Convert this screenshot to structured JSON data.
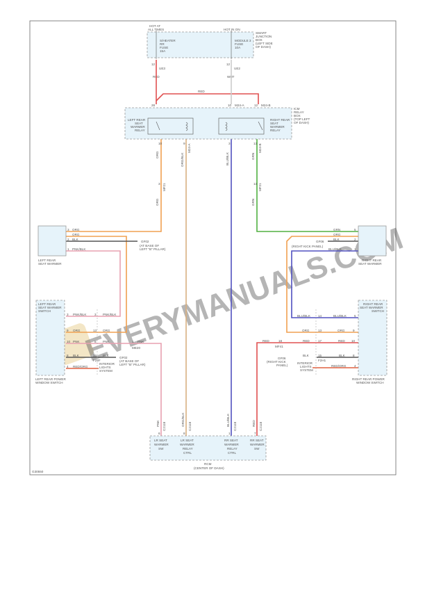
{
  "colors": {
    "RED": "#e05050",
    "WHT": "#cccccc",
    "ORG": "#f0a050",
    "ORG_BLK": "#d9b080",
    "BLU_BLK": "#5050c0",
    "GRN": "#50b040",
    "PNK": "#e8a0b0",
    "BLK": "#555555",
    "box_fill": "#e6f3fa"
  },
  "sjb": {
    "hot_all": "HOT AT",
    "hot_all2": "ALL TIMES",
    "hot_run": "HOT IN ON",
    "fuse1": [
      "S/HEATER",
      "RR",
      "FUSE",
      "15A"
    ],
    "fuse2": [
      "MODULE 3",
      "FUSE",
      "10A"
    ],
    "label": [
      "SMART",
      "JUNCTION",
      "BOX",
      "(LEFT SIDE",
      "OF DASH)"
    ],
    "pin1": "12",
    "conn1": "UE3",
    "color1": "RED",
    "pin2": "12",
    "conn2": "UE2",
    "color2": "WHT"
  },
  "icm": {
    "label": [
      "ICM",
      "RELAY",
      "BOX",
      "(TOP LEFT",
      "OF DASH)"
    ],
    "red_top": "RED",
    "pin28": "28",
    "pin10": "10",
    "conn10": "M24-A",
    "pin12": "12",
    "conn12": "M24-B",
    "left_relay": [
      "LEFT REAR",
      "SEAT",
      "WARMER",
      "RELAY"
    ],
    "right_relay": [
      "RIGHT REAR",
      "SEAT",
      "WARMER",
      "RELAY"
    ],
    "out": [
      {
        "pin": "10",
        "conn": "M24-B",
        "color": "ORG"
      },
      {
        "pin": "9",
        "conn": "M24-A",
        "color": "ORG/BLK"
      },
      {
        "pin": "3",
        "conn": "M24-A",
        "color": "BLU/BLK"
      },
      {
        "pin": "13",
        "conn": "M24-B",
        "color": "GRN"
      }
    ],
    "mid_left": {
      "pin": "3",
      "conn": "MF21",
      "color": "ORG"
    },
    "mid_right": {
      "pin": "13",
      "conn": "MF21",
      "color": "GRN"
    }
  },
  "left_warmer": {
    "label": [
      "LEFT REAR",
      "SEAT WARMER"
    ],
    "wires": [
      {
        "pin": "3",
        "color": "ORG"
      },
      {
        "pin": "",
        "color": "ORG"
      },
      {
        "pin": "2",
        "color": "BLK"
      },
      {
        "pin": "1",
        "color": "PNK/BLK"
      }
    ],
    "ground": [
      "GF02",
      "(AT BASE OF",
      "LEFT \"B\" PILLAR)"
    ]
  },
  "right_warmer": {
    "label": [
      "RIGHT REAR",
      "SEAT WARMER"
    ],
    "wires": [
      {
        "pin": "5",
        "color": "GRN"
      },
      {
        "pin": "",
        "color": "ORG"
      },
      {
        "pin": "2",
        "color": "BLK"
      },
      {
        "pin": "1",
        "color": "BLU/BLK"
      }
    ],
    "ground": [
      "GF06",
      "(RIGHT KICK PANEL)"
    ]
  },
  "left_switch": {
    "label": [
      "LEFT REAR",
      "SEAT WARMER",
      "SWITCH"
    ],
    "bottom": [
      "LEFT REAR POWER",
      "WINDOW SWITCH"
    ],
    "wires": [
      {
        "pin": "3",
        "color": "PNK/BLK",
        "cpin": "3",
        "color2": "PNK/BLK"
      },
      {
        "pin": "9",
        "color": "ORG",
        "cpin": "13",
        "color2": "ORG"
      },
      {
        "pin": "10",
        "color": "PNK",
        "cpin": "8",
        "color2": "PNK"
      },
      {
        "pin": "8",
        "color": "BLK",
        "cpin": "15",
        "color2": "BLK"
      },
      {
        "pin": "4",
        "color": "RED/ORG"
      }
    ],
    "conn": "F22F",
    "pnk_pin": "1",
    "pnk_conn": "ME20",
    "ground": [
      "GF02",
      "(AT BASE OF",
      "LEFT \"B\" PILLAR)"
    ],
    "interior": [
      "INTERIOR",
      "LIGHTS",
      "SYSTEM"
    ]
  },
  "right_switch": {
    "label": [
      "RIGHT REAR",
      "SEAT WARMER",
      "SWITCH"
    ],
    "bottom": [
      "RIGHT REAR POWER",
      "WINDOW SWITCH"
    ],
    "wires": [
      {
        "pin": "5",
        "color": "BLU/BLK",
        "cpin": "14",
        "color2": "BLU/BLK"
      },
      {
        "pin": "9",
        "color": "ORG",
        "cpin": "13",
        "color2": "ORG"
      },
      {
        "pin": "10",
        "color": "RED",
        "cpin": "17",
        "color2": "RED"
      },
      {
        "pin": "8",
        "color": "BLK",
        "cpin": "15",
        "color2": "BLK"
      },
      {
        "pin": "4",
        "color": "RED/ORG"
      }
    ],
    "conn": "F2H1",
    "red_pin": "18",
    "red_conn": "MF41",
    "red_color": "RED",
    "ground": [
      "GF06",
      "(RIGHT KICK",
      "PANEL)"
    ],
    "interior": [
      "INTERIOR",
      "LIGHTS",
      "SYSTEM"
    ]
  },
  "rcm": {
    "cols": [
      {
        "lines": [
          "LR SEAT",
          "WARMER",
          "SW"
        ],
        "color": "PNK",
        "pin": "6",
        "conn": "C2118"
      },
      {
        "lines": [
          "LR SEAT",
          "WARMER",
          "RELAY",
          "CTRL"
        ],
        "color": "ORG/BLK",
        "pin": "8",
        "conn": "C2118"
      },
      {
        "lines": [
          "RR SEAT",
          "WARMER",
          "RELAY",
          "CTRL"
        ],
        "color": "BLU/BLK",
        "pin": "1",
        "conn": "C2118"
      },
      {
        "lines": [
          "RR SEAT",
          "WARMER",
          "SW"
        ],
        "color": "RED",
        "pin": "7",
        "conn": "C2118"
      }
    ],
    "label": [
      "RCM",
      "(CENTER OF DASH)"
    ]
  },
  "figure_id": "G30550",
  "watermark": "EVERYMANUALS.COM"
}
